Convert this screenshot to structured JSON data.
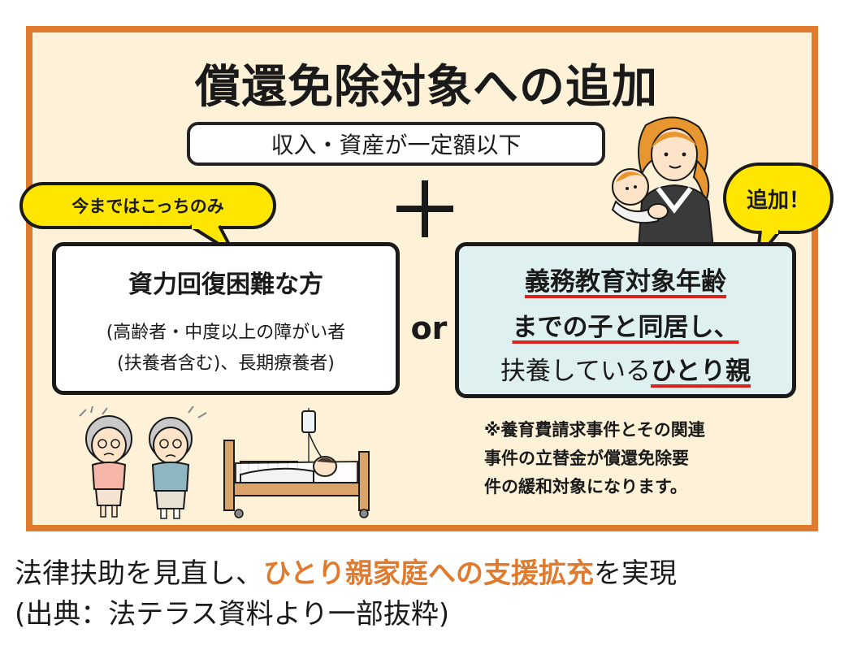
{
  "title": "償還免除対象への追加",
  "condition": "収入・資産が一定額以下",
  "plus_symbol": "+",
  "bubble_left": "今まではこっちのみ",
  "bubble_right": "追加！",
  "left_box": {
    "title": "資力回復困難な方",
    "line1": "(高齢者・中度以上の障がい者",
    "line2": "(扶養者含む)、長期療養者)"
  },
  "or_label": "or",
  "right_box": {
    "line1": "義務教育対象年齢",
    "line2": "までの子と同居し、",
    "line3_plain": "扶養している",
    "line3_emph": "ひとり親"
  },
  "note": {
    "line1": "※養育費請求事件とその関連",
    "line2": "事件の立替金が償還免除要",
    "line3": "件の緩和対象になります。"
  },
  "caption": {
    "part1": "法律扶助を見直し、",
    "highlight": "ひとり親家庭への支援拡充",
    "part2": "を実現",
    "source": "(出典：法テラス資料より一部抜粋)"
  },
  "colors": {
    "border_orange": "#e07a2c",
    "panel_bg": "#fdf1d8",
    "bubble_yellow": "#ffe600",
    "right_box_bg": "#dff0f1",
    "underline_red": "#d8241c"
  },
  "icons": [
    "elderly-couple-illustration",
    "hospital-bed-illustration",
    "mother-with-baby-illustration"
  ]
}
